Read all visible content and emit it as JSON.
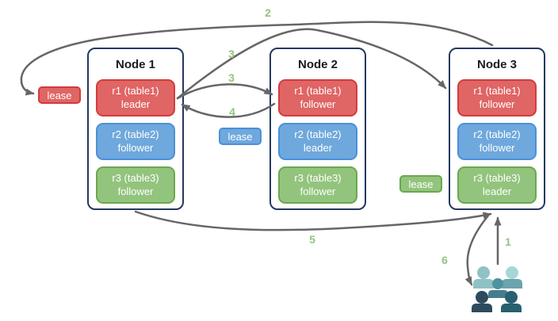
{
  "diagram_title": "multi-raft table replica leaders, followers and leases across three nodes",
  "colors": {
    "node_border": "#24395e",
    "red_fill": "#e06565",
    "red_border": "#d23c3e",
    "blue_fill": "#6fa8dc",
    "blue_border": "#4a90d9",
    "green_fill": "#93c47d",
    "green_border": "#6aa84f",
    "arrow": "#666666",
    "step_label": "#93c47d"
  },
  "nodes": [
    {
      "title": "Node 1",
      "replicas": [
        {
          "line1": "r1 (table1)",
          "line2": "leader"
        },
        {
          "line1": "r2 (table2)",
          "line2": "follower"
        },
        {
          "line1": "r3 (table3)",
          "line2": "follower"
        }
      ]
    },
    {
      "title": "Node 2",
      "replicas": [
        {
          "line1": "r1 (table1)",
          "line2": "follower"
        },
        {
          "line1": "r2 (table2)",
          "line2": "leader"
        },
        {
          "line1": "r3 (table3)",
          "line2": "follower"
        }
      ]
    },
    {
      "title": "Node 3",
      "replicas": [
        {
          "line1": "r1 (table1)",
          "line2": "follower"
        },
        {
          "line1": "r2 (table2)",
          "line2": "follower"
        },
        {
          "line1": "r3 (table3)",
          "line2": "leader"
        }
      ]
    }
  ],
  "leases": {
    "red": {
      "label": "lease"
    },
    "blue": {
      "label": "lease"
    },
    "green": {
      "label": "lease"
    }
  },
  "steps": {
    "s1": "1",
    "s2": "2",
    "s3a": "3",
    "s3b": "3",
    "s4": "4",
    "s5": "5",
    "s6": "6"
  },
  "people": {
    "p1": {
      "head": "#8fc2c4",
      "body": "#8fc2c4"
    },
    "p2": {
      "head": "#a7d6d9",
      "body": "#6ba4ad"
    },
    "p3": {
      "head": "#4f939e",
      "body": "#447e8c"
    },
    "p4": {
      "head": "#2d4b5c",
      "body": "#2d4b5c"
    },
    "p5": {
      "head": "#27606e",
      "body": "#27606e"
    }
  }
}
